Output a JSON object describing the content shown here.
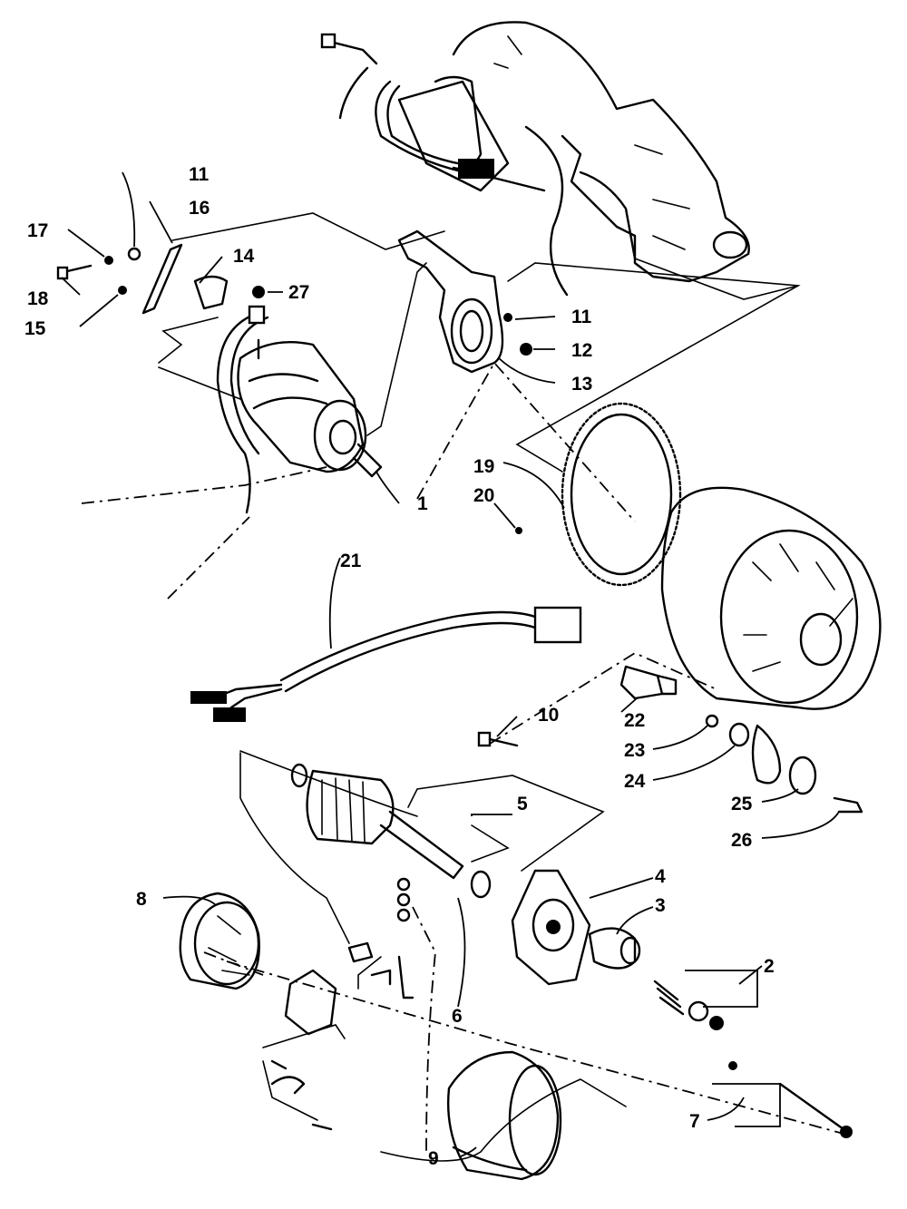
{
  "callouts": [
    {
      "id": "c1",
      "label": "1"
    },
    {
      "id": "c2",
      "label": "2"
    },
    {
      "id": "c3",
      "label": "3"
    },
    {
      "id": "c4",
      "label": "4"
    },
    {
      "id": "c5",
      "label": "5"
    },
    {
      "id": "c6",
      "label": "6"
    },
    {
      "id": "c7",
      "label": "7"
    },
    {
      "id": "c8",
      "label": "8"
    },
    {
      "id": "c9",
      "label": "9"
    },
    {
      "id": "c10",
      "label": "10"
    },
    {
      "id": "c11a",
      "label": "11"
    },
    {
      "id": "c11b",
      "label": "11"
    },
    {
      "id": "c12",
      "label": "12"
    },
    {
      "id": "c13",
      "label": "13"
    },
    {
      "id": "c14",
      "label": "14"
    },
    {
      "id": "c15",
      "label": "15"
    },
    {
      "id": "c16",
      "label": "16"
    },
    {
      "id": "c17",
      "label": "17"
    },
    {
      "id": "c18",
      "label": "18"
    },
    {
      "id": "c19",
      "label": "19"
    },
    {
      "id": "c20",
      "label": "20"
    },
    {
      "id": "c21",
      "label": "21"
    },
    {
      "id": "c22",
      "label": "22"
    },
    {
      "id": "c23",
      "label": "23"
    },
    {
      "id": "c24",
      "label": "24"
    },
    {
      "id": "c25",
      "label": "25"
    },
    {
      "id": "c26",
      "label": "26"
    },
    {
      "id": "c27",
      "label": "27"
    }
  ]
}
